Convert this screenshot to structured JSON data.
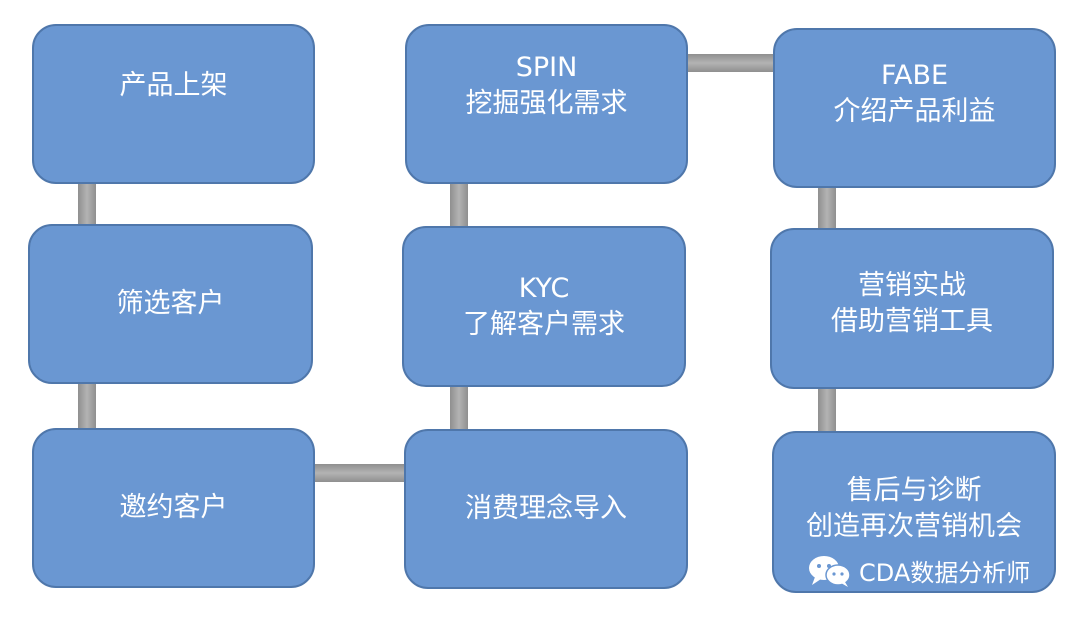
{
  "steps": {
    "listing": {
      "line1": "产品上架"
    },
    "screen": {
      "line1": "筛选客户"
    },
    "invite": {
      "line1": "邀约客户"
    },
    "concept": {
      "line1": "消费理念导入"
    },
    "kyc": {
      "line1": "KYC",
      "line2": "了解客户需求"
    },
    "spin": {
      "line1": "SPIN",
      "line2": "挖掘强化需求"
    },
    "fabe": {
      "line1": "FABE",
      "line2": "介绍产品利益"
    },
    "combat": {
      "line1": "营销实战",
      "line2": "借助营销工具"
    },
    "aftersale": {
      "line1": "售后与诊断",
      "line2": "创造再次营销机会"
    }
  },
  "watermark": {
    "text": "CDA数据分析师",
    "icon": "wechat-icon"
  },
  "colors": {
    "box_fill": "#6a97d2",
    "box_border": "#4f77ab",
    "connector": "#a6a6a6",
    "text": "#ffffff"
  }
}
